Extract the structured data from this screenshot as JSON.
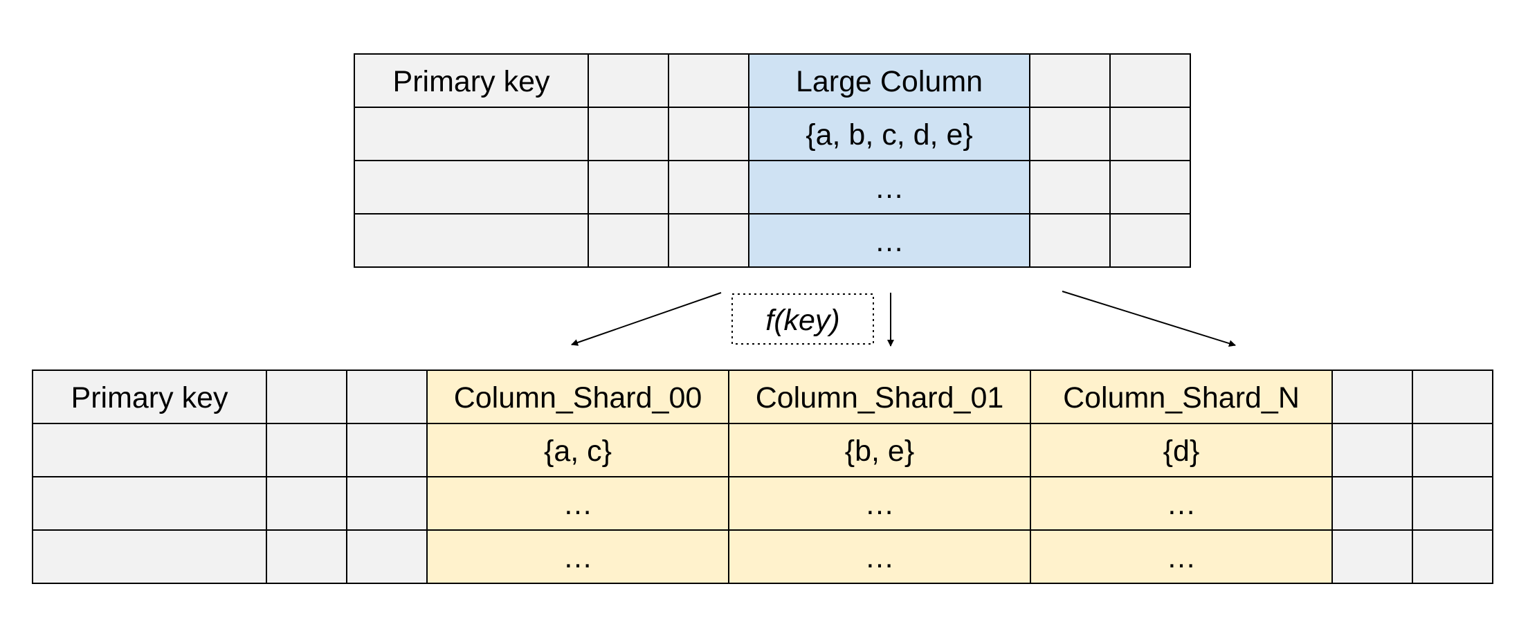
{
  "source_table": {
    "primary_key_label": "Primary key",
    "large_column_label": "Large Column",
    "rows": [
      "{a, b, c, d, e}",
      "…",
      "…"
    ]
  },
  "function_label": "f(key)",
  "sharded_table": {
    "primary_key_label": "Primary key",
    "shards": [
      {
        "label": "Column_Shard_00",
        "rows": [
          "{a, c}",
          "…",
          "…"
        ]
      },
      {
        "label": "Column_Shard_01",
        "rows": [
          "{b, e}",
          "…",
          "…"
        ]
      },
      {
        "label": "Column_Shard_N",
        "rows": [
          "{d}",
          "…",
          "…"
        ]
      }
    ]
  },
  "colors": {
    "empty_cell": "#f2f2f2",
    "large_column": "#cfe2f3",
    "shard_column": "#fff2cc",
    "border": "#000000"
  }
}
